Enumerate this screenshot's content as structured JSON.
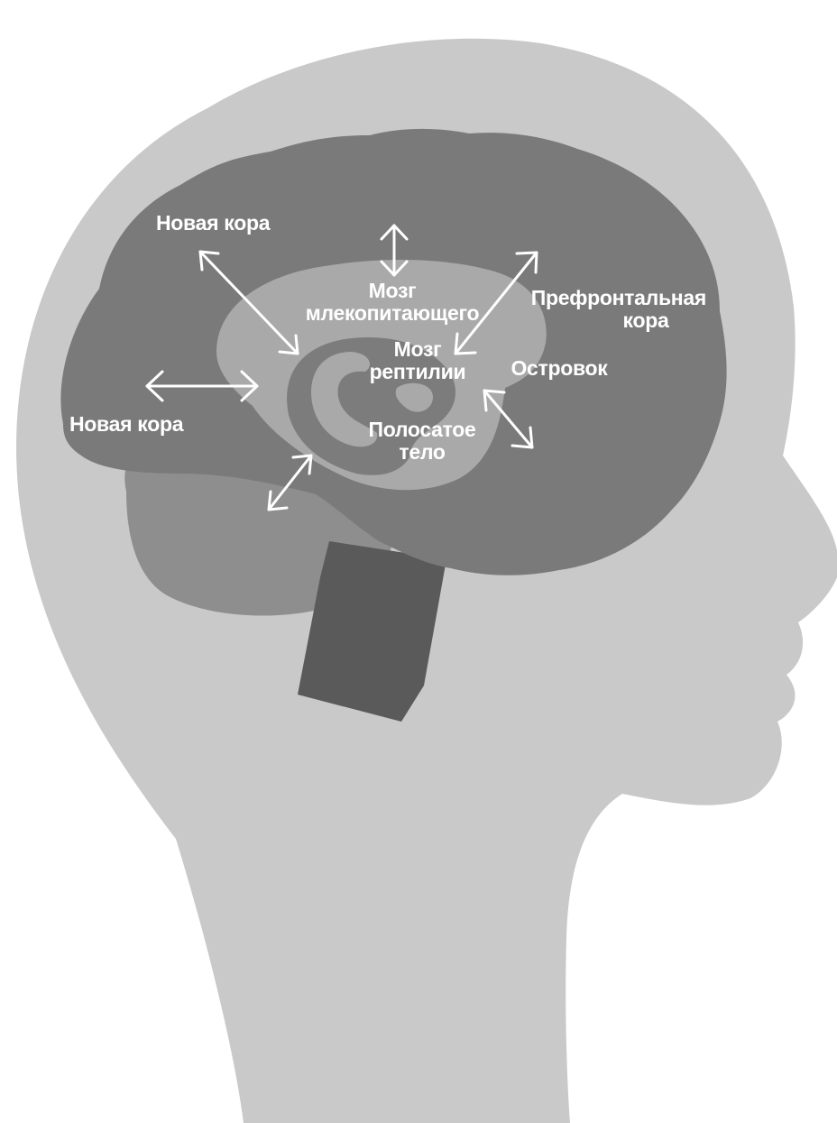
{
  "labels": {
    "neocortex_top": "Новая кора",
    "neocortex_left": "Новая кора",
    "mammal_brain_line1": "Мозг",
    "mammal_brain_line2": "млекопитающего",
    "prefrontal_line1": "Префронтальная",
    "prefrontal_line2": "кора",
    "reptile_brain_line1": "Мозг",
    "reptile_brain_line2": "рептилии",
    "insula": "Островок",
    "striatum_line1": "Полосатое",
    "striatum_line2": "тело"
  },
  "colors": {
    "background": "#ffffff",
    "head": "#c9c9c9",
    "neocortex": "#7a7a7a",
    "cerebellum": "#8e8e8e",
    "brainstem": "#5a5a5a",
    "limbic": "#a9a9a9",
    "reptile": "#7c7c7c",
    "label_text": "#ffffff"
  }
}
